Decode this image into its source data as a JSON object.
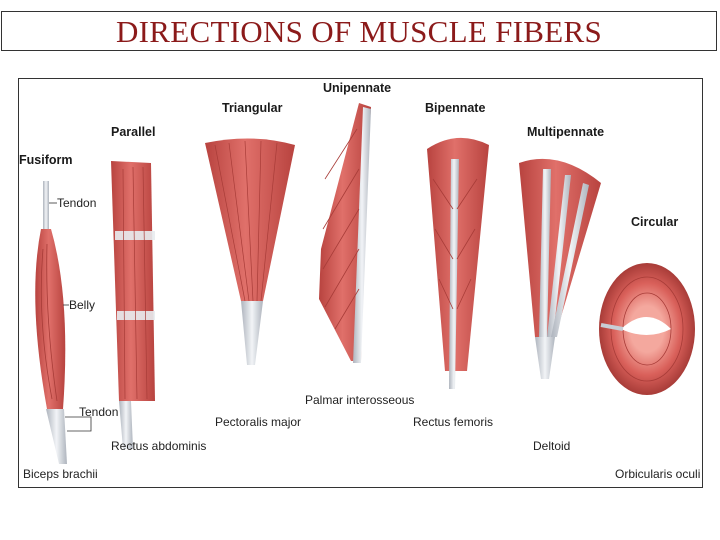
{
  "title": "DIRECTIONS OF MUSCLE FIBERS",
  "colors": {
    "title": "#8b1a1a",
    "muscle": "#d9605a",
    "muscle_dark": "#b8433f",
    "muscle_light": "#ec8a80",
    "tendon": "#d9dde3"
  },
  "types": {
    "fusiform": "Fusiform",
    "parallel": "Parallel",
    "triangular": "Triangular",
    "unipennate": "Unipennate",
    "bipennate": "Bipennate",
    "multipennate": "Multipennate",
    "circular": "Circular"
  },
  "parts": {
    "tendon_top": "Tendon",
    "belly": "Belly",
    "tendon_bottom": "Tendon"
  },
  "examples": {
    "biceps": "Biceps brachii",
    "rectus_abdominis": "Rectus abdominis",
    "pectoralis": "Pectoralis major",
    "palmar": "Palmar interosseous",
    "rectus_femoris": "Rectus femoris",
    "deltoid": "Deltoid",
    "orbicularis": "Orbicularis oculi"
  }
}
